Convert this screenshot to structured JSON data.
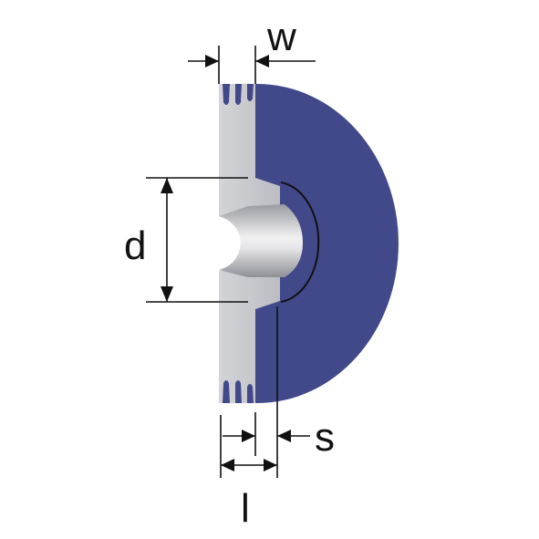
{
  "labels": {
    "w": "w",
    "d": "d",
    "s": "s",
    "l": "l"
  },
  "colors": {
    "background": "#ffffff",
    "hub_body": "#42498a",
    "hub_ring": "#c8c9ce",
    "bore_light": "#eeeeee",
    "bore_dark": "#8f9096",
    "groove": "#42498a",
    "dimension_line": "#111111"
  }
}
